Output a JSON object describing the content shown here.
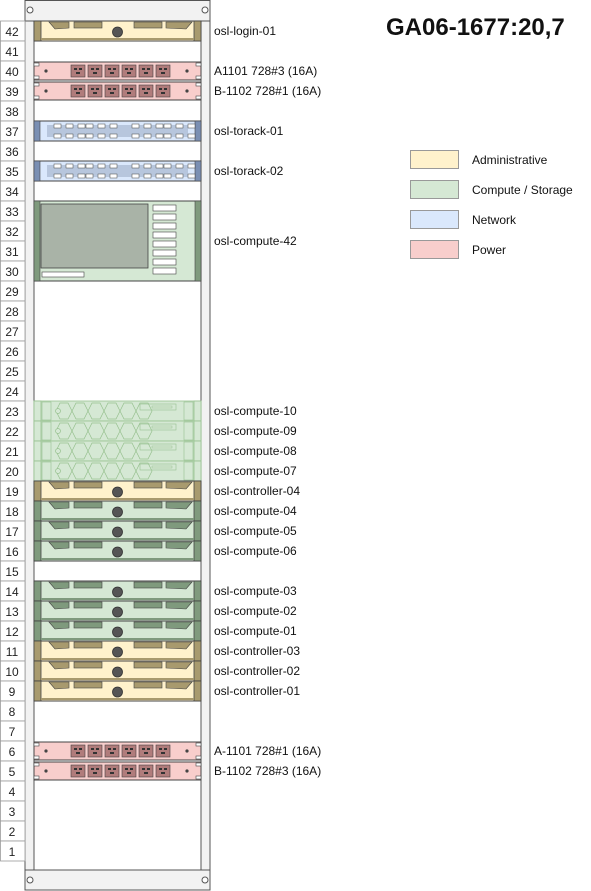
{
  "rack": {
    "title": "GA06-1677:20,7",
    "units_total": 42,
    "devices": [
      {
        "label": "osl-login-01",
        "top_u": 42,
        "height_u": 1,
        "style": "server",
        "category": "administrative"
      },
      {
        "label": "A1101 728#3 (16A)",
        "top_u": 40,
        "height_u": 1,
        "style": "pdu",
        "category": "power"
      },
      {
        "label": "B-1102 728#1 (16A)",
        "top_u": 39,
        "height_u": 1,
        "style": "pdu",
        "category": "power"
      },
      {
        "label": "osl-torack-01",
        "top_u": 37,
        "height_u": 1,
        "style": "switch",
        "category": "network"
      },
      {
        "label": "osl-torack-02",
        "top_u": 35,
        "height_u": 1,
        "style": "switch",
        "category": "network"
      },
      {
        "label": "osl-compute-42",
        "top_u": 33,
        "height_u": 4,
        "style": "big",
        "category": "compute"
      },
      {
        "label": "osl-compute-10",
        "top_u": 23,
        "height_u": 1,
        "style": "hex",
        "category": "compute"
      },
      {
        "label": "osl-compute-09",
        "top_u": 22,
        "height_u": 1,
        "style": "hex",
        "category": "compute"
      },
      {
        "label": "osl-compute-08",
        "top_u": 21,
        "height_u": 1,
        "style": "hex",
        "category": "compute"
      },
      {
        "label": "osl-compute-07",
        "top_u": 20,
        "height_u": 1,
        "style": "hex",
        "category": "compute"
      },
      {
        "label": "osl-controller-04",
        "top_u": 19,
        "height_u": 1,
        "style": "server",
        "category": "administrative"
      },
      {
        "label": "osl-compute-04",
        "top_u": 18,
        "height_u": 1,
        "style": "server",
        "category": "compute"
      },
      {
        "label": "osl-compute-05",
        "top_u": 17,
        "height_u": 1,
        "style": "server",
        "category": "compute"
      },
      {
        "label": "osl-compute-06",
        "top_u": 16,
        "height_u": 1,
        "style": "server",
        "category": "compute"
      },
      {
        "label": "osl-compute-03",
        "top_u": 14,
        "height_u": 1,
        "style": "server",
        "category": "compute"
      },
      {
        "label": "osl-compute-02",
        "top_u": 13,
        "height_u": 1,
        "style": "server",
        "category": "compute"
      },
      {
        "label": "osl-compute-01",
        "top_u": 12,
        "height_u": 1,
        "style": "server",
        "category": "compute"
      },
      {
        "label": "osl-controller-03",
        "top_u": 11,
        "height_u": 1,
        "style": "server",
        "category": "administrative"
      },
      {
        "label": "osl-controller-02",
        "top_u": 10,
        "height_u": 1,
        "style": "server",
        "category": "administrative"
      },
      {
        "label": "osl-controller-01",
        "top_u": 9,
        "height_u": 1,
        "style": "server",
        "category": "administrative"
      },
      {
        "label": "A-1101 728#1 (16A)",
        "top_u": 6,
        "height_u": 1,
        "style": "pdu",
        "category": "power"
      },
      {
        "label": "B-1102 728#3 (16A)",
        "top_u": 5,
        "height_u": 1,
        "style": "pdu",
        "category": "power"
      }
    ]
  },
  "legend": {
    "items": [
      {
        "key": "administrative",
        "label": "Administrative",
        "color": "#fff2cc"
      },
      {
        "key": "compute",
        "label": "Compute / Storage",
        "color": "#d5e8d4"
      },
      {
        "key": "network",
        "label": "Network",
        "color": "#dae8fc"
      },
      {
        "key": "power",
        "label": "Power",
        "color": "#f8cecc"
      }
    ]
  },
  "colors": {
    "administrative_dark": "#a89a6e",
    "compute_dark": "#7f9a7d",
    "network_dark": "#7a8fb3",
    "power_dark": "#b07c7b",
    "hex_stroke": "#97c18f"
  }
}
